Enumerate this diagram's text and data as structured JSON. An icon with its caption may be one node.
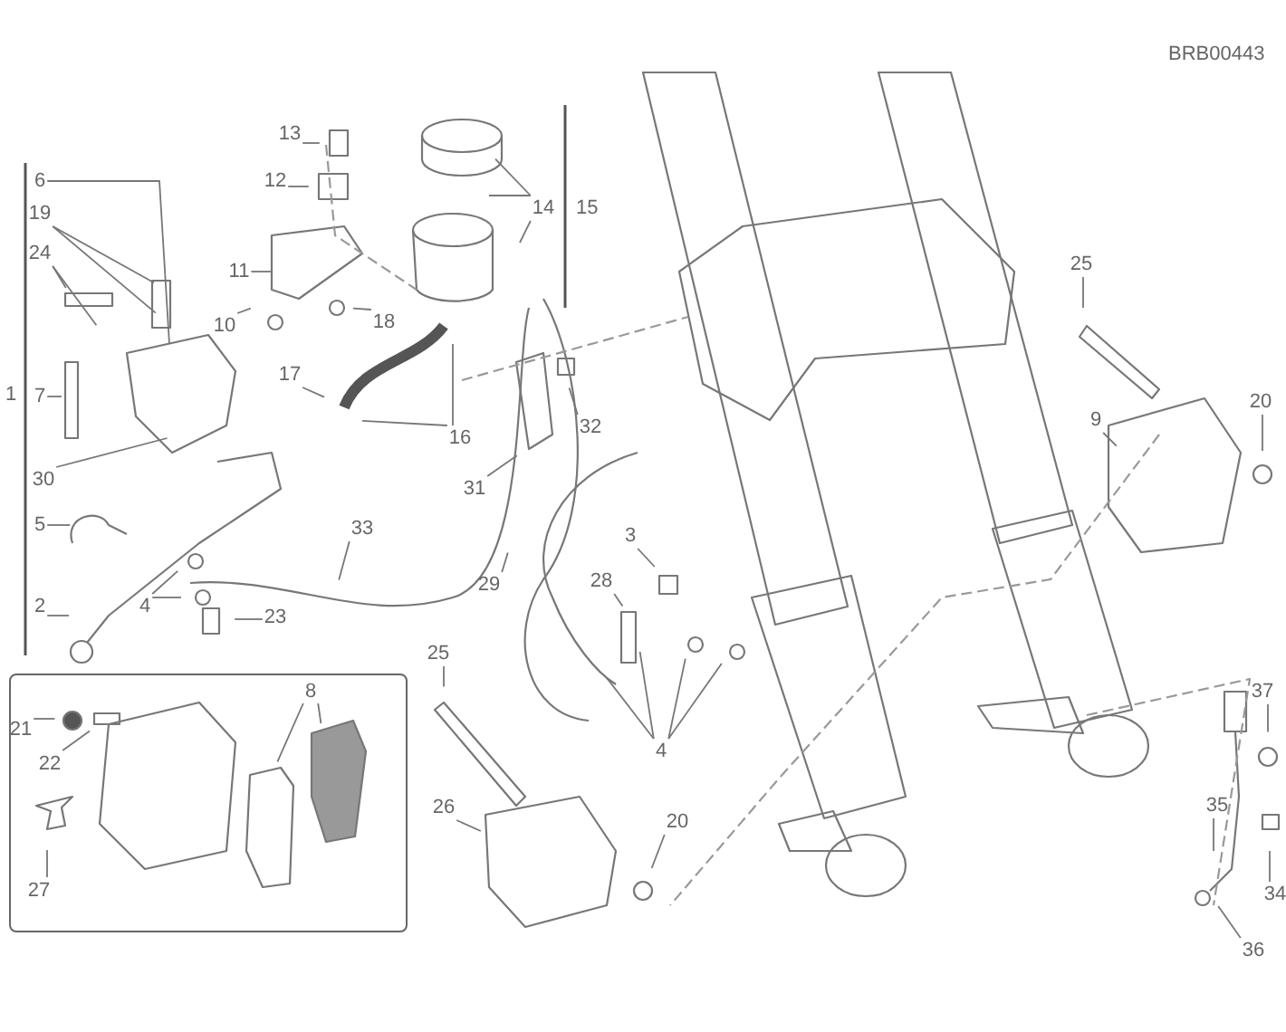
{
  "diagram": {
    "nodes": [
      {
        "text": [
          "6"
        ]
      },
      {
        "text": [
          "19"
        ]
      },
      {
        "text": [
          "24"
        ]
      },
      {
        "text": [
          "7"
        ]
      },
      {
        "text": [
          "30"
        ]
      },
      {
        "text": [
          "5"
        ]
      },
      {
        "text": [
          "2"
        ]
      },
      {
        "text": [
          "4"
        ]
      },
      {
        "text": [
          "23"
        ]
      },
      {
        "text": [
          "33"
        ]
      },
      {
        "text": [
          "13"
        ]
      },
      {
        "text": [
          "12"
        ]
      },
      {
        "text": [
          "11"
        ]
      },
      {
        "text": [
          "10"
        ]
      },
      {
        "text": [
          "18"
        ]
      },
      {
        "text": [
          "17"
        ]
      },
      {
        "text": [
          "16"
        ]
      },
      {
        "text": [
          "14"
        ]
      },
      {
        "text": [
          "32"
        ]
      },
      {
        "text": [
          "31"
        ]
      },
      {
        "text": [
          "29"
        ]
      },
      {
        "text": [
          "3"
        ]
      },
      {
        "text": [
          "28"
        ]
      },
      {
        "text": [
          "4"
        ]
      },
      {
        "text": [
          "25"
        ]
      },
      {
        "text": [
          "9"
        ]
      },
      {
        "text": [
          "20"
        ]
      },
      {
        "text": [
          "25"
        ]
      },
      {
        "text": [
          "26"
        ]
      },
      {
        "text": [
          "20"
        ]
      },
      {
        "text": [],
        "shape": "box"
      },
      {
        "text": [
          "21"
        ],
        "in": 30
      },
      {
        "text": [
          "22"
        ],
        "in": 30
      },
      {
        "text": [
          "27"
        ],
        "in": 30
      },
      {
        "text": [
          "8"
        ],
        "in": 30
      },
      {
        "text": [
          "37"
        ]
      },
      {
        "text": [
          "35"
        ]
      },
      {
        "text": [
          "34"
        ]
      },
      {
        "text": [
          "36"
        ]
      }
    ],
    "edges": [
      {
        "from": 0,
        "to": null,
        "arrow": "none"
      },
      {
        "from": 1,
        "to": null,
        "arrow": "none"
      },
      {
        "from": 1,
        "to": null,
        "arrow": "none"
      },
      {
        "from": 2,
        "to": null,
        "arrow": "none"
      },
      {
        "from": 2,
        "to": null,
        "arrow": "none"
      },
      {
        "from": 3,
        "to": null,
        "arrow": "none"
      },
      {
        "from": 4,
        "to": null,
        "arrow": "none"
      },
      {
        "from": 5,
        "to": null,
        "arrow": "none"
      },
      {
        "from": 6,
        "to": null,
        "arrow": "none"
      },
      {
        "from": 7,
        "to": null,
        "arrow": "none"
      },
      {
        "from": 7,
        "to": null,
        "arrow": "none"
      },
      {
        "from": 8,
        "to": null,
        "arrow": "none"
      },
      {
        "from": 9,
        "to": null,
        "arrow": "none"
      },
      {
        "from": 10,
        "to": null,
        "arrow": "none"
      },
      {
        "from": 11,
        "to": null,
        "arrow": "none"
      },
      {
        "from": 12,
        "to": null,
        "arrow": "none"
      },
      {
        "from": 13,
        "to": null,
        "arrow": "none"
      },
      {
        "from": 14,
        "to": null,
        "arrow": "none"
      },
      {
        "from": 15,
        "to": null,
        "arrow": "none"
      },
      {
        "from": 16,
        "to": null,
        "arrow": "none"
      },
      {
        "from": 16,
        "to": null,
        "arrow": "none"
      },
      {
        "from": 17,
        "to": null,
        "arrow": "none"
      },
      {
        "from": 17,
        "to": null,
        "arrow": "none"
      },
      {
        "from": 17,
        "to": null,
        "arrow": "none"
      },
      {
        "from": 18,
        "to": null,
        "arrow": "none"
      },
      {
        "from": 19,
        "to": null,
        "arrow": "none"
      },
      {
        "from": 20,
        "to": null,
        "arrow": "none"
      },
      {
        "from": 21,
        "to": null,
        "arrow": "none"
      },
      {
        "from": 22,
        "to": null,
        "arrow": "none"
      },
      {
        "from": 23,
        "to": null,
        "arrow": "none"
      },
      {
        "from": 23,
        "to": null,
        "arrow": "none"
      },
      {
        "from": 23,
        "to": null,
        "arrow": "none"
      },
      {
        "from": 23,
        "to": null,
        "arrow": "none"
      },
      {
        "from": 24,
        "to": null,
        "arrow": "none"
      },
      {
        "from": 25,
        "to": null,
        "arrow": "none"
      },
      {
        "from": 26,
        "to": null,
        "arrow": "none"
      },
      {
        "from": 27,
        "to": null,
        "arrow": "none"
      },
      {
        "from": 28,
        "to": null,
        "arrow": "none"
      },
      {
        "from": 29,
        "to": null,
        "arrow": "none"
      },
      {
        "from": 31,
        "to": null,
        "arrow": "none"
      },
      {
        "from": 32,
        "to": null,
        "arrow": "none"
      },
      {
        "from": 33,
        "to": null,
        "arrow": "none"
      },
      {
        "from": 34,
        "to": null,
        "arrow": "none"
      },
      {
        "from": 34,
        "to": null,
        "arrow": "none"
      },
      {
        "from": 35,
        "to": null,
        "arrow": "none"
      },
      {
        "from": 36,
        "to": null,
        "arrow": "none"
      },
      {
        "from": 37,
        "to": null,
        "arrow": "none"
      },
      {
        "from": 38,
        "to": null,
        "arrow": "none"
      }
    ],
    "labels": [
      "BRB00443",
      "1",
      "15"
    ]
  }
}
